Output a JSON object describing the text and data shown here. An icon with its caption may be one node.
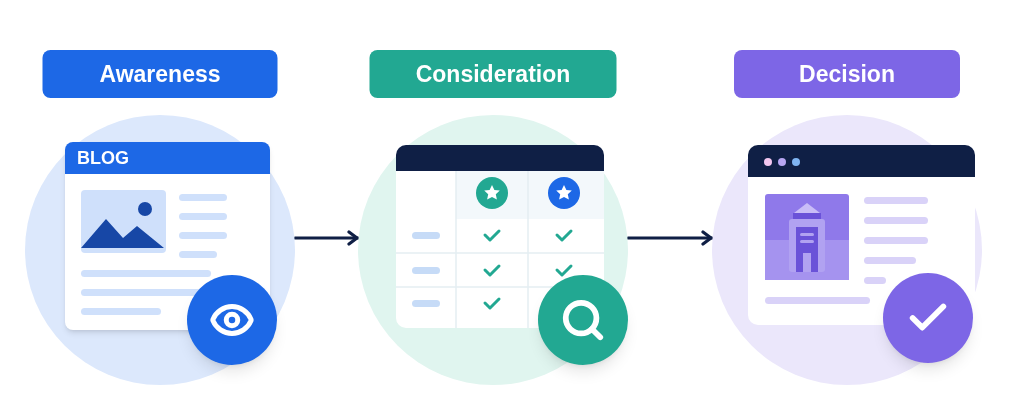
{
  "diagram": {
    "nodes": [
      {
        "text": [
          "Awareness"
        ]
      },
      {
        "text": [
          "BLOG"
        ],
        "in": 0
      },
      {
        "text": [
          "Consideration"
        ]
      },
      {
        "text": [
          "Decision"
        ]
      }
    ],
    "edges": [
      {
        "from": 0,
        "to": 2,
        "arrow": "to"
      },
      {
        "from": 2,
        "to": 3,
        "arrow": "to"
      }
    ]
  }
}
